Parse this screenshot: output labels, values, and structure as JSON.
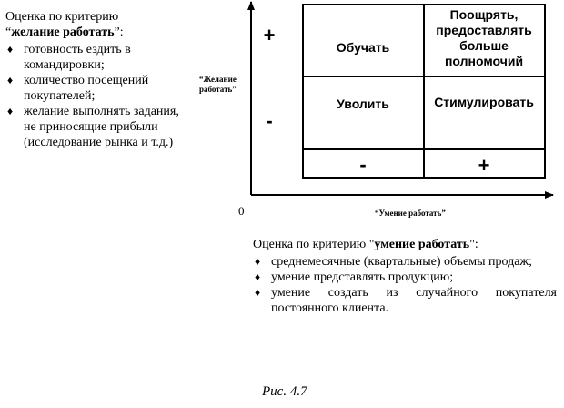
{
  "left_block": {
    "title_prefix": "Оценка по критерию",
    "title_quote_open": "“",
    "title_bold": "желание работать",
    "title_quote_close": "”:",
    "items": [
      "готовность ездить в командировки;",
      "количество посещений покупателей;",
      "желание выполнять задания, не приносящие прибыли (исследование рынка и т.д.)"
    ]
  },
  "bottom_block": {
    "title_prefix": "Оценка по критерию ",
    "title_quote_open": "\"",
    "title_bold": "умение работать",
    "title_quote_close": "\":",
    "items": [
      "среднемесячные (квартальные) объемы продаж;",
      "умение представлять продукцию;",
      "умение создать из случайного покупателя постоянного клиента."
    ]
  },
  "diagram": {
    "y_axis_label": [
      "“Желание",
      "работать”"
    ],
    "x_axis_label": "“Умение работать”",
    "origin": "0",
    "y_plus": "+",
    "y_minus": "-",
    "x_minus": "-",
    "x_plus": "+",
    "quadrants": {
      "top_left": [
        "Обучать"
      ],
      "top_right": [
        "Поощрять,",
        "предоставлять",
        "больше",
        "полномочий"
      ],
      "bottom_left": [
        "Уволить"
      ],
      "bottom_right": [
        "Стимулировать"
      ]
    }
  },
  "caption": "Рис. 4.7"
}
